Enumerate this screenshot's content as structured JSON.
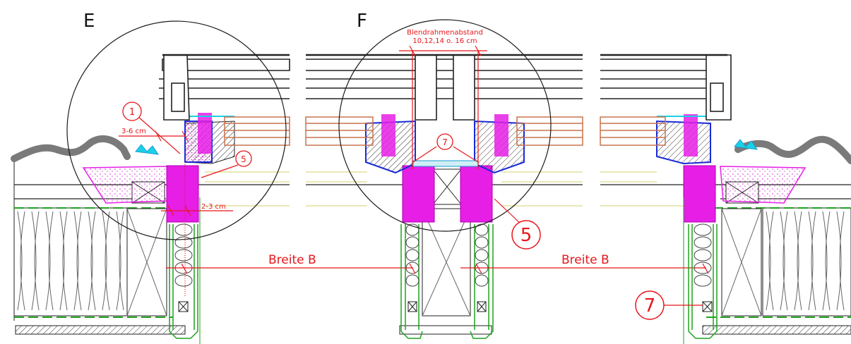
{
  "details": {
    "e_label": "E",
    "f_label": "F"
  },
  "dimensions": {
    "blendrahmen_title": "Blendrahmenabstand",
    "blendrahmen_values": "10,12,14 o. 16 cm",
    "gap_3_6": "3-6 cm",
    "gap_2_3": "2-3 cm",
    "width_left": "Breite B",
    "width_right": "Breite B"
  },
  "callouts": {
    "c1": "1",
    "c5_small": "5",
    "c7_top": "7",
    "c5_large": "5",
    "c7_large": "7"
  },
  "colors": {
    "red": "#e8161b",
    "magenta": "#e61ee6",
    "blue": "#1a2ad6",
    "cyan": "#19d1e6",
    "green": "#1fa21f",
    "copper": "#c9734e",
    "grey": "#7a7a7a",
    "dark": "#1a1a1a"
  }
}
